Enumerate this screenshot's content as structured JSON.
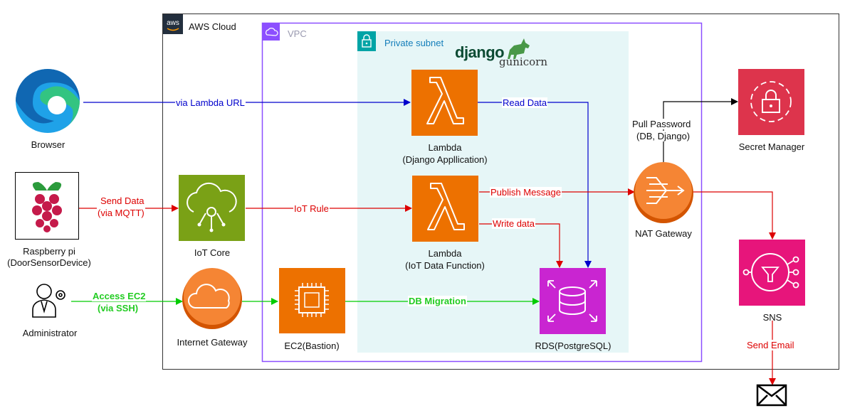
{
  "groups": {
    "aws_cloud": "AWS Cloud",
    "aws_logo": "aws",
    "vpc": "VPC",
    "private_subnet": "Private subnet"
  },
  "logos": {
    "django": "django",
    "gunicorn": "gunicorn"
  },
  "nodes": {
    "browser": "Browser",
    "raspberry_line1": "Raspberry pi",
    "raspberry_line2": "(DoorSensorDevice)",
    "administrator": "Administrator",
    "iot_core": "IoT Core",
    "internet_gateway": "Internet Gateway",
    "ec2": "EC2(Bastion)",
    "lambda_django_line1": "Lambda",
    "lambda_django_line2": "(Django Appllication)",
    "lambda_iot_line1": "Lambda",
    "lambda_iot_line2": "(IoT Data Function)",
    "rds": "RDS(PostgreSQL)",
    "nat_gateway": "NAT Gateway",
    "secret_manager": "Secret Manager",
    "sns": "SNS"
  },
  "edges": {
    "via_lambda_url": "via Lambda URL",
    "read_data": "Read Data",
    "send_data_line1": "Send Data",
    "send_data_line2": "(via MQTT)",
    "iot_rule": "IoT Rule",
    "publish_message": "Publish Message",
    "write_data": "Write data",
    "access_ec2_line1": "Access EC2",
    "access_ec2_line2": "(via SSH)",
    "db_migration": "DB Migration",
    "pull_password_line1": "Pull Password",
    "pull_password_line2": "(DB, Django)",
    "send_email": "Send Email"
  },
  "colors": {
    "blue_edge": "#0000cc",
    "red_edge": "#dd0000",
    "green_edge": "#00cc00",
    "black_edge": "#000000",
    "vpc_border": "#8c4fff",
    "subnet_fill": "#e6f6f7",
    "subnet_accent": "#00a4a6",
    "lambda_orange": "#ed7100",
    "iot_green": "#7aa116",
    "rds_magenta": "#c925d1",
    "secret_red": "#dd344c",
    "sns_pink": "#e7157b",
    "gateway_orange": "#f58534"
  }
}
